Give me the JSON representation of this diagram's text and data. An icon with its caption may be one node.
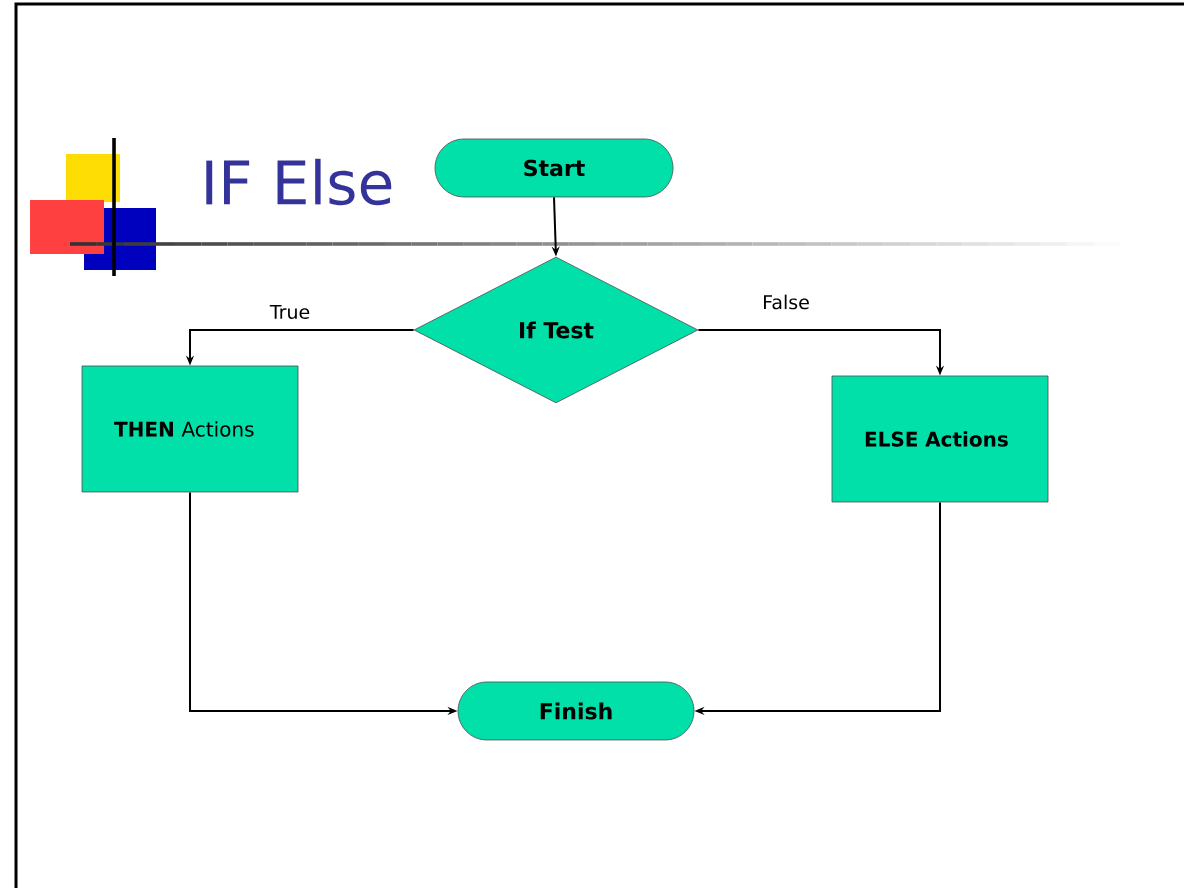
{
  "diagram": {
    "title": "IF Else",
    "nodes": [
      {
        "text": [
          "Start"
        ]
      },
      {
        "text": [
          "If Test"
        ]
      },
      {
        "text": [
          "**THEN** Actions"
        ]
      },
      {
        "text": [
          "ELSE Actions"
        ]
      },
      {
        "text": [
          "Finish"
        ]
      }
    ],
    "edges": [
      {
        "from": 0,
        "to": 1,
        "arrow": "to"
      },
      {
        "from": 1,
        "to": 2,
        "arrow": "to",
        "label": "True"
      },
      {
        "from": 1,
        "to": 3,
        "arrow": "to",
        "label": "False"
      },
      {
        "from": 2,
        "to": 4,
        "arrow": "to"
      },
      {
        "from": 3,
        "to": 4,
        "arrow": "to"
      }
    ]
  }
}
